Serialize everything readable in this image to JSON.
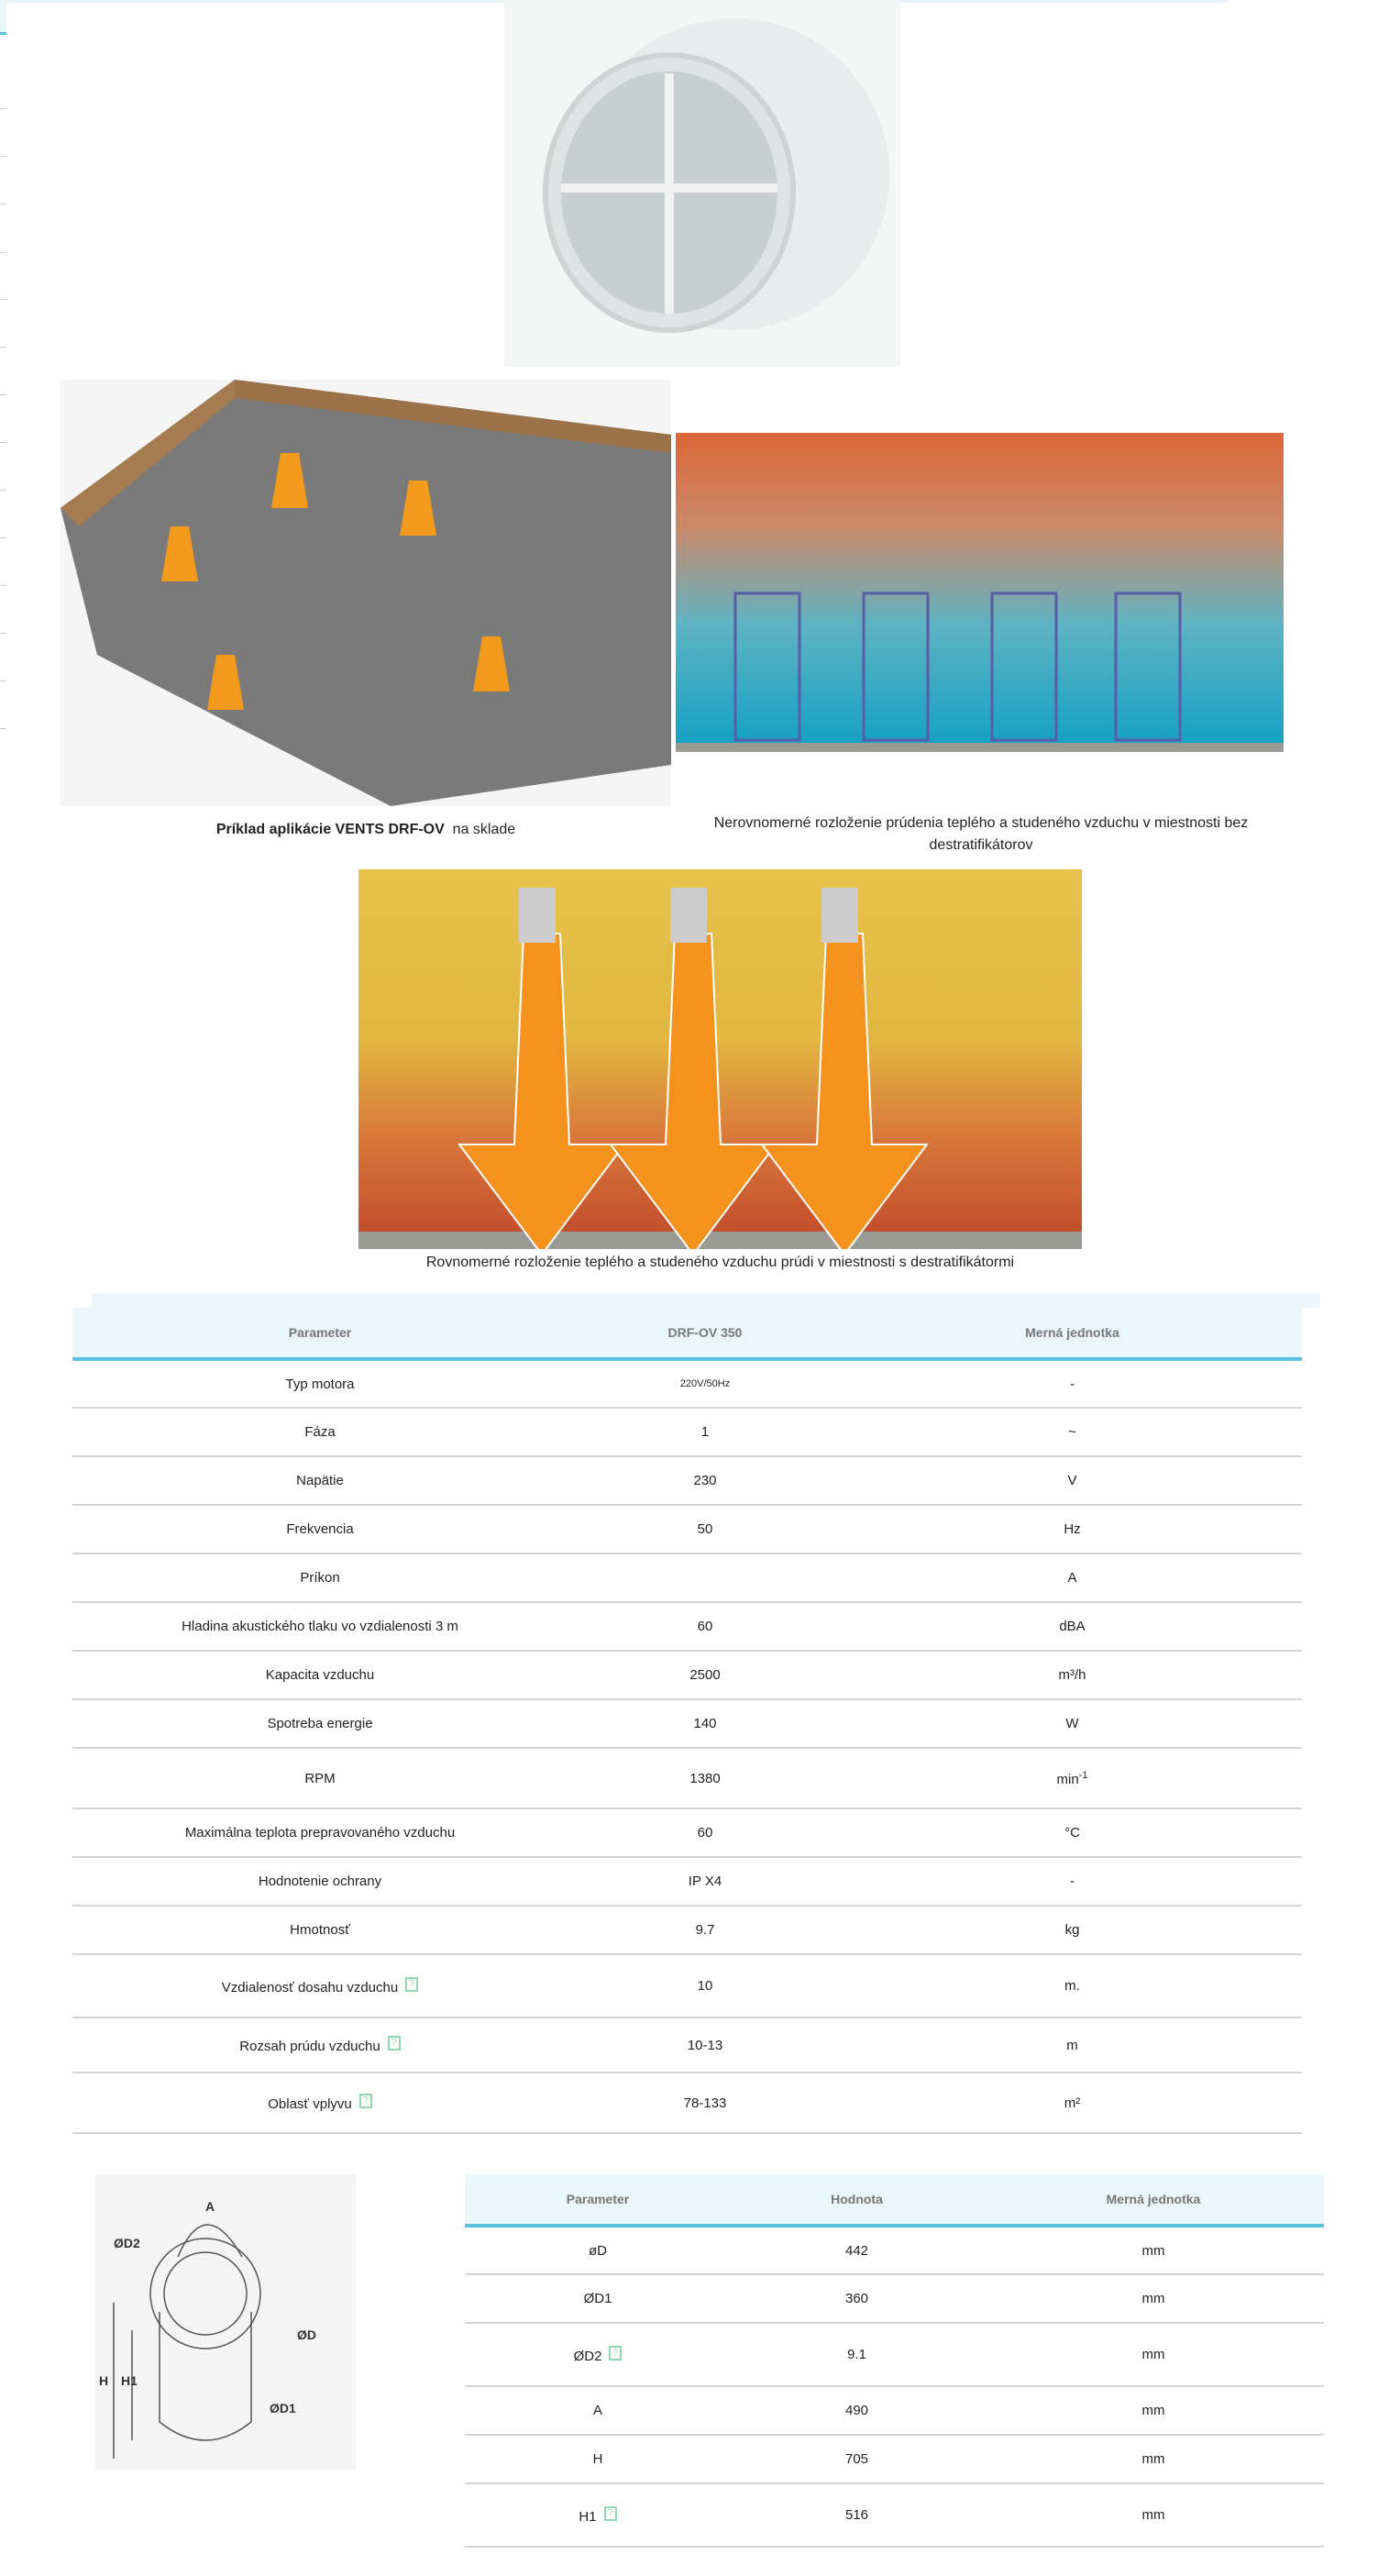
{
  "captions": {
    "warehouse_bold": "Príklad aplikácie VENTS DRF-OV",
    "warehouse_rest": "na sklade",
    "uneven": "Nerovnomerné rozloženie prúdenia teplého a studeného vzduchu v miestnosti bez destratifikátorov",
    "even": "Rovnomerné rozloženie teplého a studeného vzduchu prúdi v miestnosti s destratifikátormi"
  },
  "specs": {
    "headers": [
      "Parameter",
      "DRF-OV 350",
      "Merná jednotka"
    ],
    "rows": [
      {
        "p": "Typ motora",
        "v": "220V/50Hz",
        "u": "-"
      },
      {
        "p": "Fáza",
        "v": "1",
        "u": "~"
      },
      {
        "p": "Napätie",
        "v": "230",
        "u": "V"
      },
      {
        "p": "Frekvencia",
        "v": "50",
        "u": "Hz"
      },
      {
        "p": "Príkon",
        "v": "",
        "u": "A"
      },
      {
        "p": "Hladina akustického tlaku vo vzdialenosti 3 m",
        "v": "60",
        "u": "dBA"
      },
      {
        "p": "Kapacita vzduchu",
        "v": "2500",
        "u": "m³/h"
      },
      {
        "p": "Spotreba energie",
        "v": "140",
        "u": "W"
      },
      {
        "p": "RPM",
        "v": "1380",
        "u": "min",
        "sup": "-1"
      },
      {
        "p": "Maximálna teplota prepravovaného vzduchu",
        "v": "60",
        "u": "°C"
      },
      {
        "p": "Hodnotenie ochrany",
        "v": "IP X4",
        "u": "-"
      },
      {
        "p": "Hmotnosť",
        "v": "9.7",
        "u": "kg"
      },
      {
        "p": "Vzdialenosť dosahu vzduchu",
        "v": "10",
        "u": "m.",
        "help": "?"
      },
      {
        "p": "Rozsah prúdu vzduchu",
        "v": "10-13",
        "u": "m",
        "help": "?"
      },
      {
        "p": "Oblasť vplyvu",
        "v": "78-133",
        "u": "m²",
        "help": "?"
      }
    ]
  },
  "dims": {
    "headers": [
      "Parameter",
      "Hodnota",
      "Merná jednotka"
    ],
    "rows": [
      {
        "p": "øD",
        "v": "442",
        "u": "mm"
      },
      {
        "p": "ØD1",
        "v": "360",
        "u": "mm"
      },
      {
        "p": "ØD2",
        "v": "9.1",
        "u": "mm",
        "help": "?"
      },
      {
        "p": "A",
        "v": "490",
        "u": "mm"
      },
      {
        "p": "H",
        "v": "705",
        "u": "mm"
      },
      {
        "p": "H1",
        "v": "516",
        "u": "mm",
        "help": "?"
      }
    ],
    "diagram_labels": [
      "A",
      "ØD2",
      "ØD",
      "ØD1",
      "H",
      "H1"
    ]
  },
  "colors": {
    "accent": "#5cc0df",
    "header_bg": "#e9f6fb",
    "help": "#8fd8b0"
  }
}
